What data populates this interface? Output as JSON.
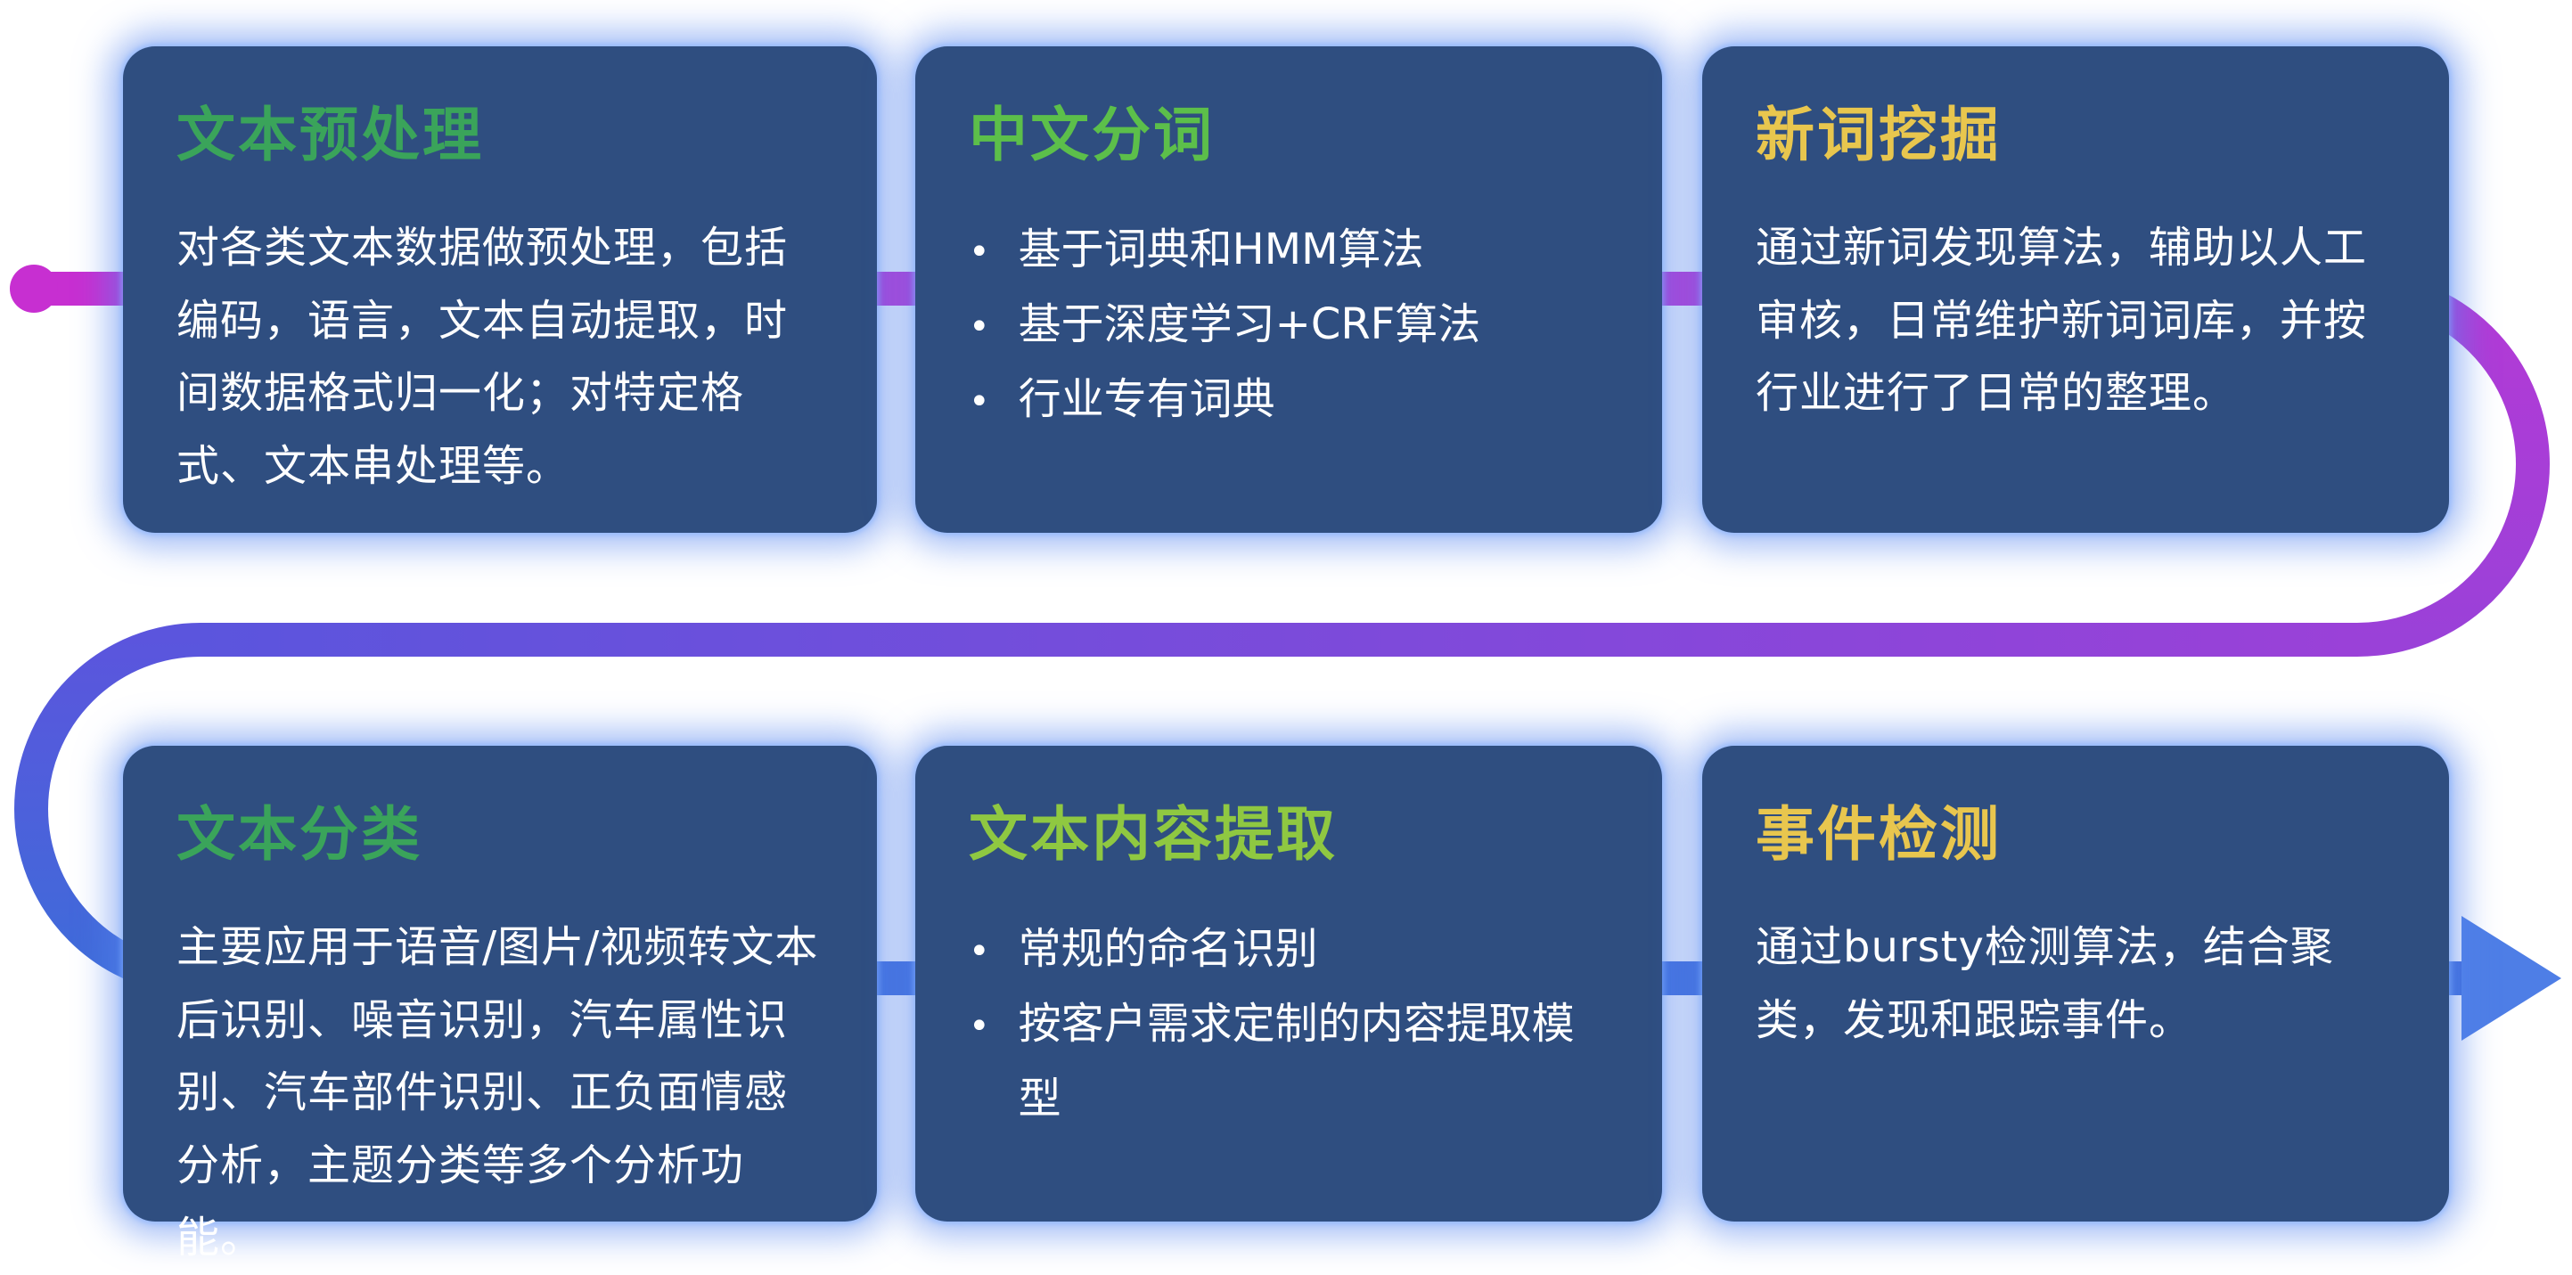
{
  "theme": {
    "page_bg": "#FFFFFF",
    "card_bg": "#2F4E80",
    "body_text_color": "#FFFFFF",
    "line_magenta": "#C72FD1",
    "line_violet": "#B43AD6",
    "line_purple": "#9A41D8",
    "line_indigo": "#5B55DD",
    "line_blue": "#3E6CD9",
    "arrow_blue": "#4E7EE6"
  },
  "glyphs": {
    "bullet": "•"
  },
  "cards": [
    {
      "title": "文本预处理",
      "title_color": "#3AA45A",
      "body": "对各类文本数据做预处理，包括编码，语言，文本自动提取，时间数据格式归一化；对特定格式、文本串处理等。"
    },
    {
      "title": "中文分词",
      "title_color": "#5CBF4A",
      "bullets": [
        "基于词典和HMM算法",
        "基于深度学习+CRF算法",
        "行业专有词典"
      ]
    },
    {
      "title": "新词挖掘",
      "title_color": "#E8C64E",
      "body": "通过新词发现算法，辅助以人工审核，日常维护新词词库，并按行业进行了日常的整理。"
    },
    {
      "title": "文本分类",
      "title_color": "#3AA45A",
      "body": "主要应用于语音/图片/视频转文本后识别、噪音识别，汽车属性识别、汽车部件识别、正负面情感分析，主题分类等多个分析功能。"
    },
    {
      "title": "文本内容提取",
      "title_color": "#8FC841",
      "bullets": [
        "常规的命名识别",
        "按客户需求定制的内容提取模型"
      ]
    },
    {
      "title": "事件检测",
      "title_color": "#E8C64E",
      "body": "通过bursty检测算法，结合聚类，发现和跟踪事件。"
    }
  ]
}
